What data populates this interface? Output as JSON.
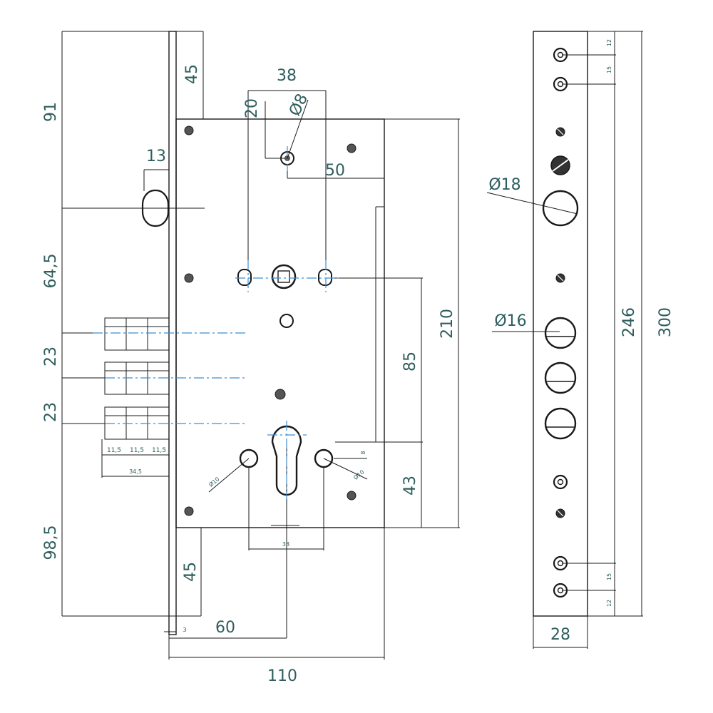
{
  "colors": {
    "line": "#1a1a1a",
    "dimension_text": "#2f5e5e",
    "centerline": "#3a8fd6",
    "hole_fill": "#555555"
  },
  "left_view": {
    "dims": {
      "d_91": "91",
      "d_64_5": "64,5",
      "d_23_a": "23",
      "d_23_b": "23",
      "d_98_5": "98,5",
      "d_45_top": "45",
      "d_45_bottom": "45",
      "d_13": "13",
      "d_38_top": "38",
      "d_20": "20",
      "d_dia8": "Ø8",
      "d_50": "50",
      "d_210": "210",
      "d_85": "85",
      "d_43": "43",
      "d_60": "60",
      "d_110": "110",
      "d_3": "3",
      "d_38_bottom": "38",
      "d_dia10_left": "Ø10",
      "d_dia10_right": "Ø10",
      "d_8": "8",
      "d_34_5": "34,5",
      "d_11_5_a": "11,5",
      "d_11_5_b": "11,5",
      "d_11_5_c": "11,5"
    }
  },
  "right_view": {
    "dims": {
      "d_dia18": "Ø18",
      "d_dia16": "Ø16",
      "d_246": "246",
      "d_300": "300",
      "d_28": "28",
      "d_12_top": "12",
      "d_15_top": "15",
      "d_15_bottom": "15",
      "d_12_bottom": "12"
    }
  }
}
